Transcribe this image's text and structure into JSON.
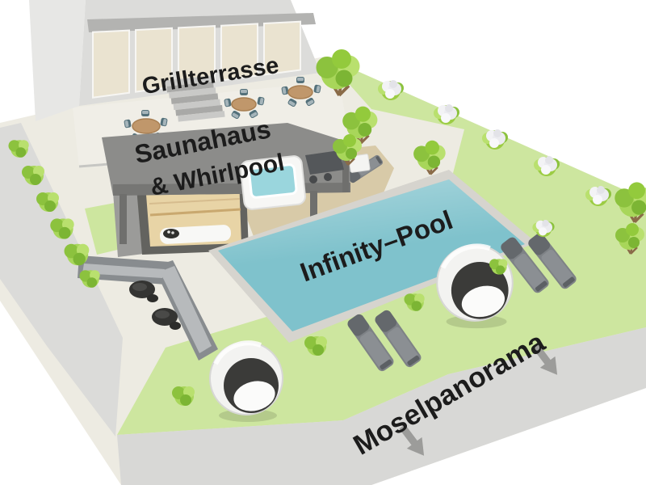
{
  "labels": {
    "grill_terrace": "Grillterrasse",
    "sauna_line1": "Saunahaus",
    "sauna_line2": "& Whirlpool",
    "pool": "Infinity–Pool",
    "panorama": "Moselpanorama"
  },
  "icons": {
    "panorama_arrow": "arrow-down-right"
  },
  "colors": {
    "label_text": "#1c1c1c",
    "arrow": "#9c9c9a",
    "terrain_base": "#edebe2",
    "lawn": "#cde69f",
    "edge_band": "#d8d8d6",
    "side_path": "#dbdbd9",
    "terrace_floor": "#f0eee7",
    "building_wall": "#dcdcda",
    "building_side": "#e7e7e5",
    "window_glass": "#eae3d0",
    "pergola_roof": "#8c8c8a",
    "sauna_wood": "#e8d4a6",
    "deck_wood": "#d8caa8",
    "pool_water": "#7fc2cc",
    "whirlpool_water": "#9ad6dd",
    "furniture_gray": "#83878b",
    "foliage": "#9ccc44"
  }
}
